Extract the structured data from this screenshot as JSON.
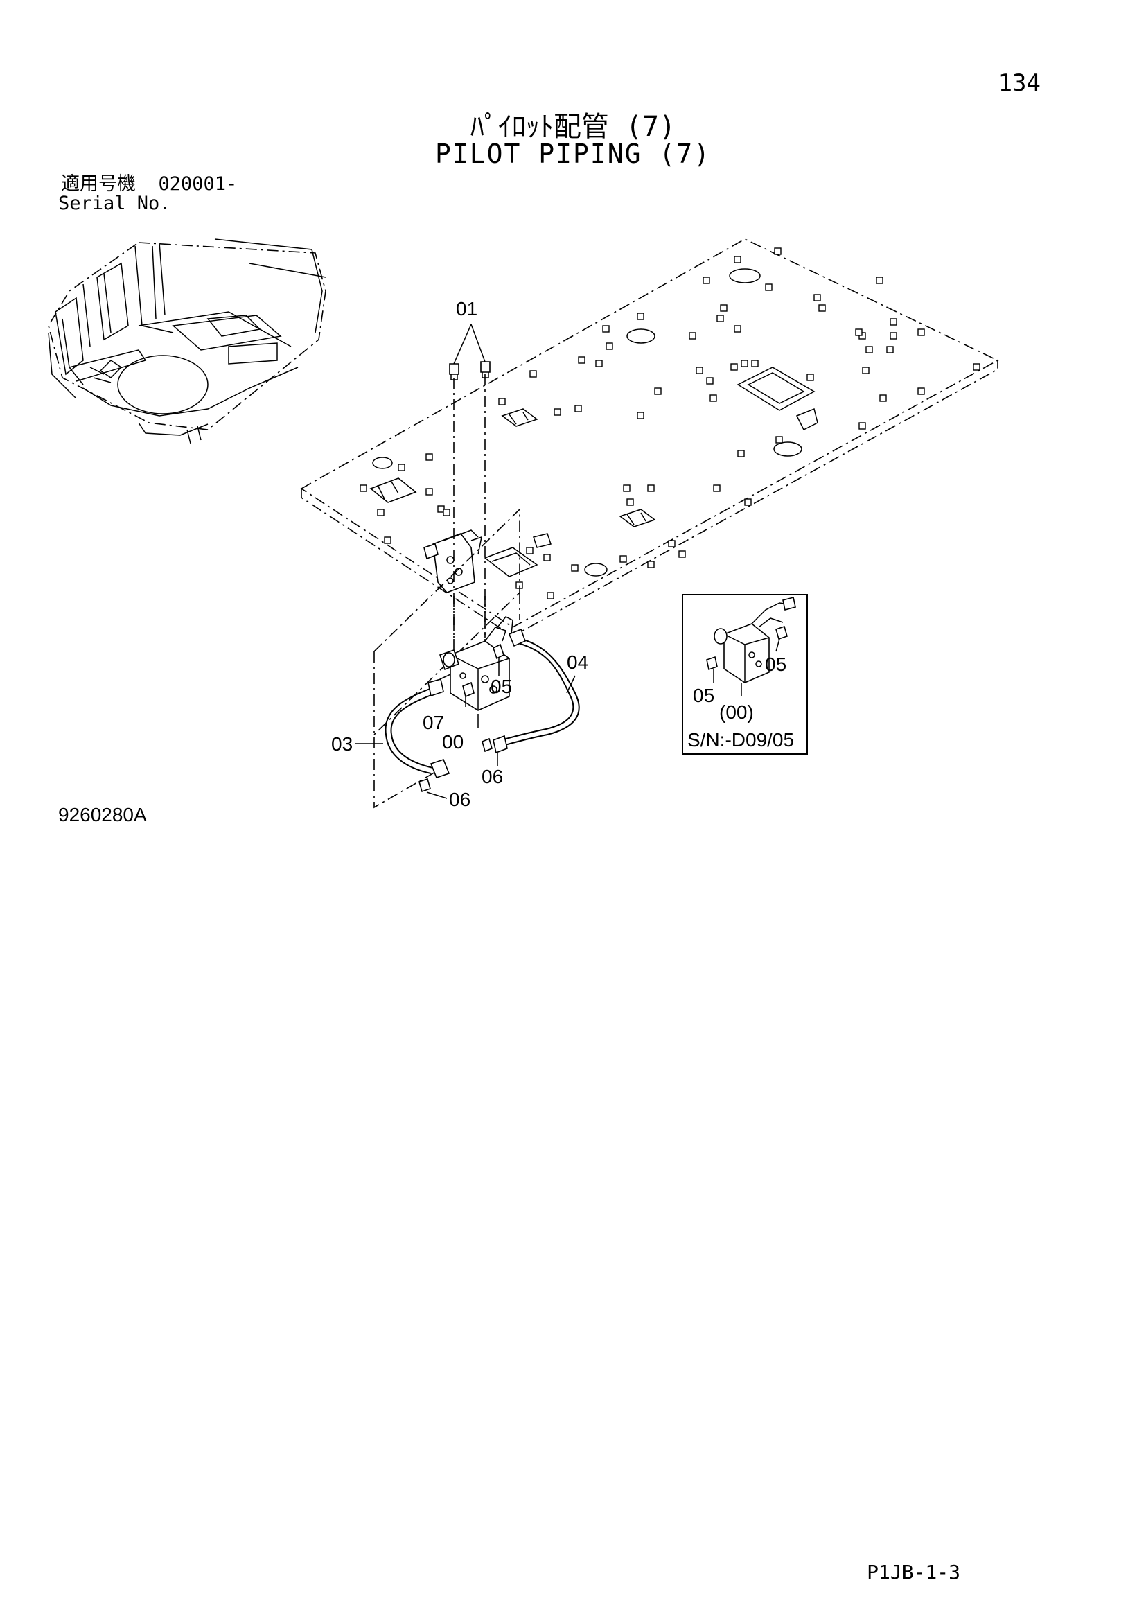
{
  "page": {
    "number": "134",
    "title_jp": "ﾊﾟｲﾛｯﾄ配管 (7)",
    "title_en": "PILOT PIPING (7)",
    "serial_label_jp": "適用号機",
    "serial_value": "020001-",
    "serial_label_en": "Serial No.",
    "drawing_id": "9260280A",
    "page_code": "P1JB-1-3"
  },
  "callouts": {
    "c01": "01",
    "c00": "00",
    "c03": "03",
    "c04": "04",
    "c05": "05",
    "c06a": "06",
    "c06b": "06",
    "c07": "07"
  },
  "inset": {
    "c05a": "05",
    "c05b": "05",
    "c00": "(00)",
    "serial_note": "S/N:-D09/05"
  }
}
